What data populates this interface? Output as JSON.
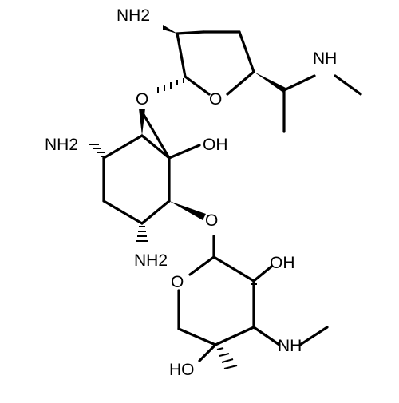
{
  "molecule": {
    "atom_labels": {
      "nh2_top": "NH2",
      "nh_top": "NH",
      "o_top": "O",
      "o_link1": "O",
      "nh2_left": "NH2",
      "oh_mid": "OH",
      "o_link2": "O",
      "nh2_mid": "NH2",
      "o_ring3": "O",
      "oh_right": "OH",
      "nh_bottom": "NH",
      "oh_bottom": "HO"
    }
  }
}
